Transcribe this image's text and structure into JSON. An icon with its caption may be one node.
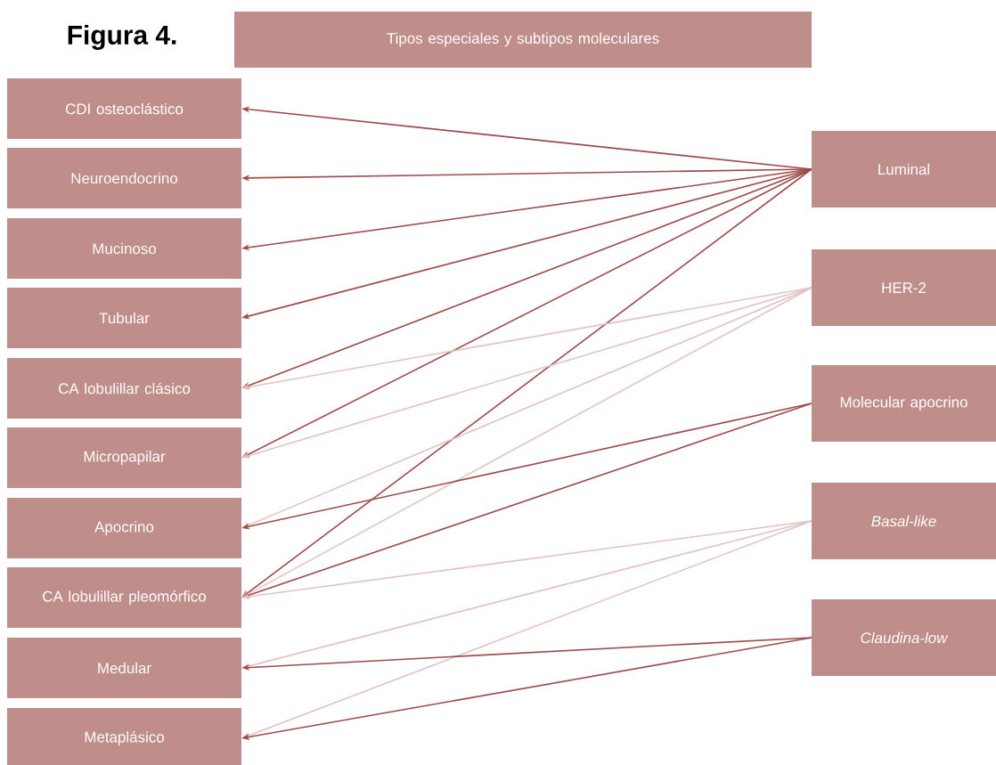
{
  "diagram": {
    "title": "Figura 4.",
    "nodes": [
      {
        "text": [
          "Tipos especiales y subtipos moleculares"
        ]
      },
      {
        "text": [
          "CDI osteoclástico"
        ]
      },
      {
        "text": [
          "Neuroendocrino"
        ]
      },
      {
        "text": [
          "Mucinoso"
        ]
      },
      {
        "text": [
          "Tubular"
        ]
      },
      {
        "text": [
          "CA lobulillar clásico"
        ]
      },
      {
        "text": [
          "Micropapilar"
        ]
      },
      {
        "text": [
          "Apocrino"
        ]
      },
      {
        "text": [
          "CA lobulillar pleomórfico"
        ]
      },
      {
        "text": [
          "Medular"
        ]
      },
      {
        "text": [
          "Metaplásico"
        ]
      },
      {
        "text": [
          "Luminal"
        ]
      },
      {
        "text": [
          "HER-2"
        ]
      },
      {
        "text": [
          "Molecular apocrino"
        ]
      },
      {
        "text": [
          "Basal-like"
        ]
      },
      {
        "text": [
          "Claudina-low"
        ]
      }
    ],
    "edges": [
      {
        "from": 11,
        "to": 1,
        "arrow": "to"
      },
      {
        "from": 11,
        "to": 2,
        "arrow": "to"
      },
      {
        "from": 11,
        "to": 3,
        "arrow": "to"
      },
      {
        "from": 11,
        "to": 4,
        "arrow": "to"
      },
      {
        "from": 11,
        "to": 5,
        "arrow": "to"
      },
      {
        "from": 11,
        "to": 6,
        "arrow": "to"
      },
      {
        "from": 11,
        "to": 8,
        "arrow": "to"
      },
      {
        "from": 12,
        "to": 5,
        "arrow": "to",
        "color": "#e2c3c3"
      },
      {
        "from": 12,
        "to": 6,
        "arrow": "to",
        "color": "#e2c3c3"
      },
      {
        "from": 12,
        "to": 7,
        "arrow": "to",
        "color": "#e2c3c3"
      },
      {
        "from": 12,
        "to": 8,
        "arrow": "to",
        "color": "#e2c3c3"
      },
      {
        "from": 13,
        "to": 7,
        "arrow": "to"
      },
      {
        "from": 13,
        "to": 8,
        "arrow": "to"
      },
      {
        "from": 14,
        "to": 8,
        "arrow": "to",
        "color": "#e2c3c3"
      },
      {
        "from": 14,
        "to": 9,
        "arrow": "to",
        "color": "#e2c3c3"
      },
      {
        "from": 14,
        "to": 10,
        "arrow": "to",
        "color": "#e2c3c3"
      },
      {
        "from": 15,
        "to": 9,
        "arrow": "to"
      },
      {
        "from": 15,
        "to": 10,
        "arrow": "to"
      }
    ]
  }
}
